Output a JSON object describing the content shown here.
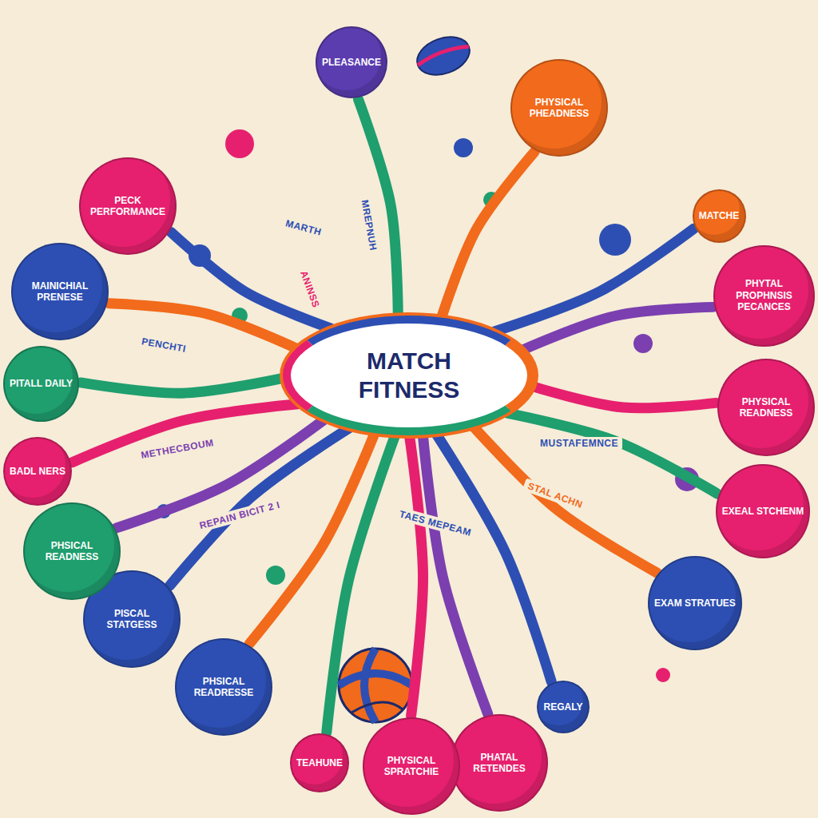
{
  "diagram": {
    "nodes": [
      {
        "text": [
          "MATCH FITNESS"
        ]
      },
      {
        "text": [
          "PLEASANCE"
        ]
      },
      {
        "text": [
          "PHYSICAL PHEADNESS"
        ]
      },
      {
        "text": [
          "MATCHE"
        ]
      },
      {
        "text": [
          "PHYTAL PROPHNSIS PECANCES"
        ]
      },
      {
        "text": [
          "PHYSICAL READNESS"
        ]
      },
      {
        "text": [
          "EXEAL STCHENM"
        ]
      },
      {
        "text": [
          "EXAM STRATUES"
        ]
      },
      {
        "text": [
          "REGALY"
        ]
      },
      {
        "text": [
          "PHATAL RETENDES"
        ]
      },
      {
        "text": [
          "PHYSICAL SPRATCHIE"
        ]
      },
      {
        "text": [
          "TEAHUNE"
        ]
      },
      {
        "text": [
          "PHSICAL READRESSE"
        ]
      },
      {
        "text": [
          "PISCAL STATGESS"
        ]
      },
      {
        "text": [
          "PHSICAL READNESS"
        ]
      },
      {
        "text": [
          "BADL NERS"
        ]
      },
      {
        "text": [
          "PITALL DAILY"
        ]
      },
      {
        "text": [
          "MAINICHIAL PRENESE"
        ]
      },
      {
        "text": [
          "PECK PERFORMANCE"
        ]
      }
    ],
    "edges": [
      {
        "from": 0,
        "to": 1,
        "arrow": "none"
      },
      {
        "from": 0,
        "to": 2,
        "arrow": "none"
      },
      {
        "from": 0,
        "to": 3,
        "arrow": "none"
      },
      {
        "from": 0,
        "to": 4,
        "arrow": "none"
      },
      {
        "from": 0,
        "to": 5,
        "arrow": "none"
      },
      {
        "from": 0,
        "to": 6,
        "arrow": "none"
      },
      {
        "from": 0,
        "to": 7,
        "arrow": "none"
      },
      {
        "from": 0,
        "to": 8,
        "arrow": "none"
      },
      {
        "from": 0,
        "to": 9,
        "arrow": "none"
      },
      {
        "from": 0,
        "to": 10,
        "arrow": "none"
      },
      {
        "from": 0,
        "to": 11,
        "arrow": "none"
      },
      {
        "from": 0,
        "to": 12,
        "arrow": "none"
      },
      {
        "from": 0,
        "to": 13,
        "arrow": "none"
      },
      {
        "from": 0,
        "to": 14,
        "arrow": "none"
      },
      {
        "from": 0,
        "to": 15,
        "arrow": "none"
      },
      {
        "from": 0,
        "to": 16,
        "arrow": "none"
      },
      {
        "from": 0,
        "to": 17,
        "arrow": "none"
      },
      {
        "from": 0,
        "to": 18,
        "arrow": "none"
      }
    ],
    "labels": [
      "MARTH",
      "MREPNUH",
      "ANINSS",
      "PENCHTI",
      "METHECBOUM",
      "REPAIN BICIT 2 I",
      "TAES MEPEAM",
      "MUSTAFEMNCE",
      "STAL ACHN"
    ]
  }
}
